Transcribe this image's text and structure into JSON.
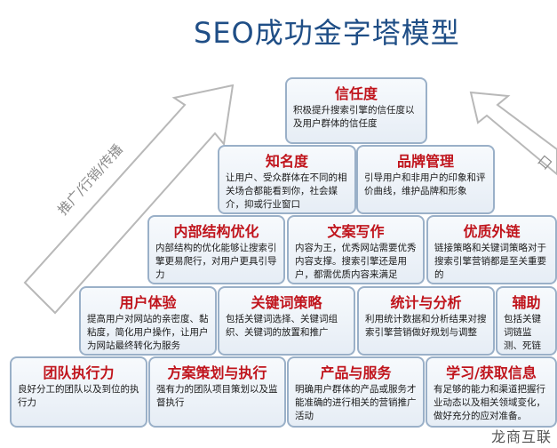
{
  "title": "SEO成功金字塔模型",
  "side_left": "推广/行销/传播",
  "side_right": "口",
  "watermark": "龙商互联",
  "boxes": {
    "trust": {
      "h": "信任度",
      "t": "积极提升搜索引擎的信任度以及用户群体的信任度"
    },
    "awareness": {
      "h": "知名度",
      "t": "让用户、受众群体在不同的相关场合都能看到你，社会媒介，抑或行业窗口"
    },
    "brand": {
      "h": "品牌管理",
      "t": "引导用户和非用户的印象和评价曲线，维护品牌和形象"
    },
    "structure": {
      "h": "内部结构优化",
      "t": "内部结构的优化能够让搜索引擎更易爬行，对用户更具引导力"
    },
    "copy": {
      "h": "文案写作",
      "t": "内容为王，优秀网站需要优秀内容支撑。搜索引擎还是用户，都需优质内容来满足"
    },
    "links": {
      "h": "优质外链",
      "t": "链接策略和关键词策略对于搜索引擎营销都是至关重要的"
    },
    "ux": {
      "h": "用户体验",
      "t": "提高用户对网站的亲密度、黏粘度，简化用户操作，让用户为网站最终转化为服务"
    },
    "keywords": {
      "h": "关键词策略",
      "t": "包括关键词选择、关键词组织、关键词的放置和推广"
    },
    "analytics": {
      "h": "统计与分析",
      "t": "利用统计数据和分析结果对搜索引擎营销做好规划与调整"
    },
    "aux": {
      "h": "辅助",
      "t": "包括关键词链监测、死链竞争对手分析"
    },
    "team": {
      "h": "团队执行力",
      "t": "良好分工的团队以及到位的执行力"
    },
    "plan": {
      "h": "方案策划与执行",
      "t": "强有力的团队项目策划以及监督执行"
    },
    "product": {
      "h": "产品与服务",
      "t": "明确用户群体的产品或服务才能准确的进行相关的营销推广活动"
    },
    "learning": {
      "h": "学习/获取信息",
      "t": "有足够的能力和渠道把握行业动态以及相关领域变化，做好充分的应对准备。"
    }
  }
}
